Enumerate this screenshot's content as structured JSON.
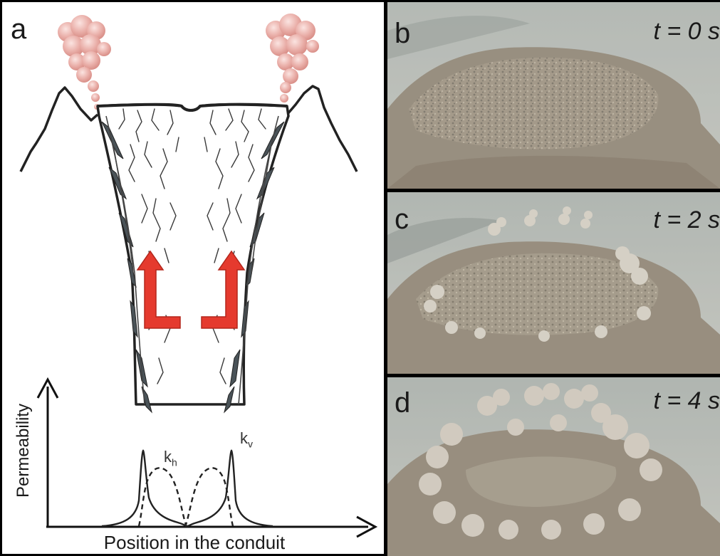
{
  "panels": {
    "a": {
      "label": "a"
    },
    "b": {
      "label": "b",
      "time": "t = 0 s"
    },
    "c": {
      "label": "c",
      "time": "t = 2 s"
    },
    "d": {
      "label": "d",
      "time": "t = 4 s"
    }
  },
  "plot": {
    "ylabel": "Permeability",
    "xlabel": "Position in the conduit",
    "k_horizontal": {
      "symbol": "k",
      "subscript": "h"
    },
    "k_vertical": {
      "symbol": "k",
      "subscript": "v"
    }
  },
  "colors": {
    "arrow_red": "#e53a2e",
    "gas_plume": "#e8a6a0",
    "outline": "#222222",
    "fracture_fill": "#4a5358",
    "ash_cloud": "#c9bfb2",
    "photo_sky": "#b6bab4",
    "photo_ground": "#8d7f6d"
  }
}
